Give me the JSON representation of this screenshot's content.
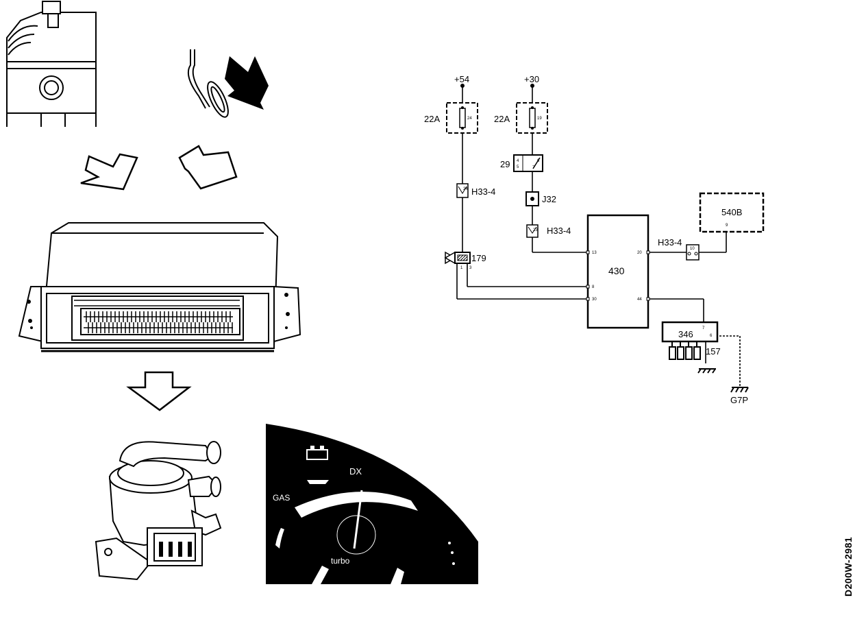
{
  "wiring": {
    "supply_left": "+54",
    "supply_right": "+30",
    "fuse_left": {
      "id": "22A",
      "pin": "24"
    },
    "fuse_right": {
      "id": "22A",
      "pin": "19"
    },
    "relay": {
      "id": "29",
      "pins": [
        "4",
        "5",
        "6",
        "7"
      ]
    },
    "junction": {
      "id": "J32"
    },
    "connector_left": {
      "id": "H33-4",
      "pin": "24"
    },
    "connector_mid": {
      "id": "H33-4",
      "pin": "23"
    },
    "connector_right": {
      "id": "H33-4",
      "pin": "10"
    },
    "component_179": {
      "id": "179",
      "pins": [
        "1",
        "3"
      ]
    },
    "control_unit": {
      "id": "430",
      "pins": [
        "13",
        "20",
        "8",
        "30",
        "44"
      ]
    },
    "module_540b": {
      "id": "540B",
      "pin": "9"
    },
    "module_346": {
      "id": "346",
      "pins": [
        "7",
        "6"
      ]
    },
    "coils": {
      "id": "157"
    },
    "ground": {
      "id": "G7P"
    }
  },
  "gauge": {
    "label_gas": "GAS",
    "label_dx": "DX",
    "label_turbo": "turbo"
  },
  "document_id": "D200W-2981"
}
